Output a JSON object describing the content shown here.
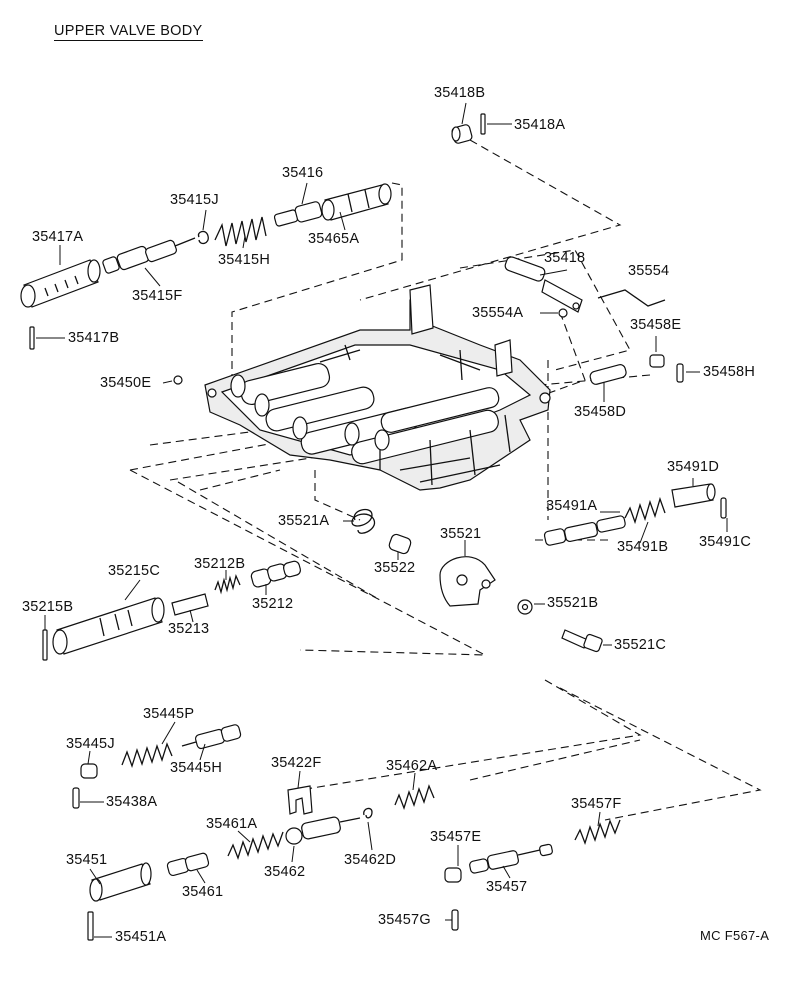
{
  "title": "UPPER VALVE BODY",
  "drawing_code": "MC F567-A",
  "part_labels": {
    "p35418B": "35418B",
    "p35418A": "35418A",
    "p35416": "35416",
    "p35415J": "35415J",
    "p35465A": "35465A",
    "p35417A": "35417A",
    "p35415H": "35415H",
    "p35415F": "35415F",
    "p35418": "35418",
    "p35554": "35554",
    "p35554A": "35554A",
    "p35458E": "35458E",
    "p35417B": "35417B",
    "p35458H": "35458H",
    "p35450E": "35450E",
    "p35458D": "35458D",
    "p35491D": "35491D",
    "p35491A": "35491A",
    "p35521A": "35521A",
    "p35521": "35521",
    "p35491B": "35491B",
    "p35491C": "35491C",
    "p35522": "35522",
    "p35215C": "35215C",
    "p35212B": "35212B",
    "p35215B": "35215B",
    "p35212": "35212",
    "p35521B": "35521B",
    "p35213": "35213",
    "p35521C": "35521C",
    "p35445P": "35445P",
    "p35445J": "35445J",
    "p35445H": "35445H",
    "p35422F": "35422F",
    "p35462A": "35462A",
    "p35438A": "35438A",
    "p35457F": "35457F",
    "p35461A": "35461A",
    "p35462D": "35462D",
    "p35457E": "35457E",
    "p35451": "35451",
    "p35462": "35462",
    "p35461": "35461",
    "p35457": "35457",
    "p35457G": "35457G",
    "p35451A": "35451A"
  }
}
